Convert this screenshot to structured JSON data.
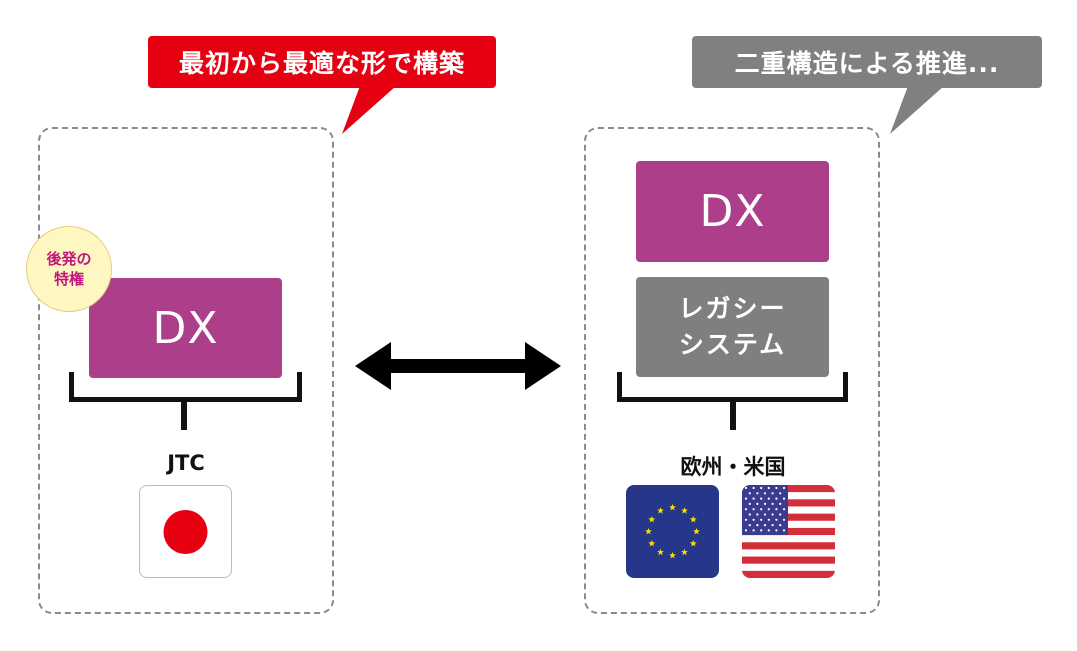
{
  "bubbles": {
    "left": "最初から最適な形で構築",
    "right": "二重構造による推進..."
  },
  "left_panel": {
    "badge_line1": "後発の",
    "badge_line2": "特権",
    "dx_label": "DX",
    "region_label": "JTC",
    "flag": "japan-flag"
  },
  "right_panel": {
    "dx_label": "DX",
    "legacy_line1": "レガシー",
    "legacy_line2": "システム",
    "region_label": "欧州・米国",
    "flags": [
      "eu-flag",
      "us-flag"
    ]
  },
  "arrow": "double-arrow",
  "colors": {
    "bubble_left": "#e60012",
    "bubble_right": "#808080",
    "dx": "#ad3f8a",
    "legacy": "#7f7f7f",
    "badge_text": "#c0157d",
    "badge_bg": "#fff7c2",
    "japan_red": "#e60012",
    "eu_blue": "#26378a",
    "eu_star": "#ffdd00",
    "us_red": "#d32f3a",
    "us_blue": "#3b3b8f"
  }
}
